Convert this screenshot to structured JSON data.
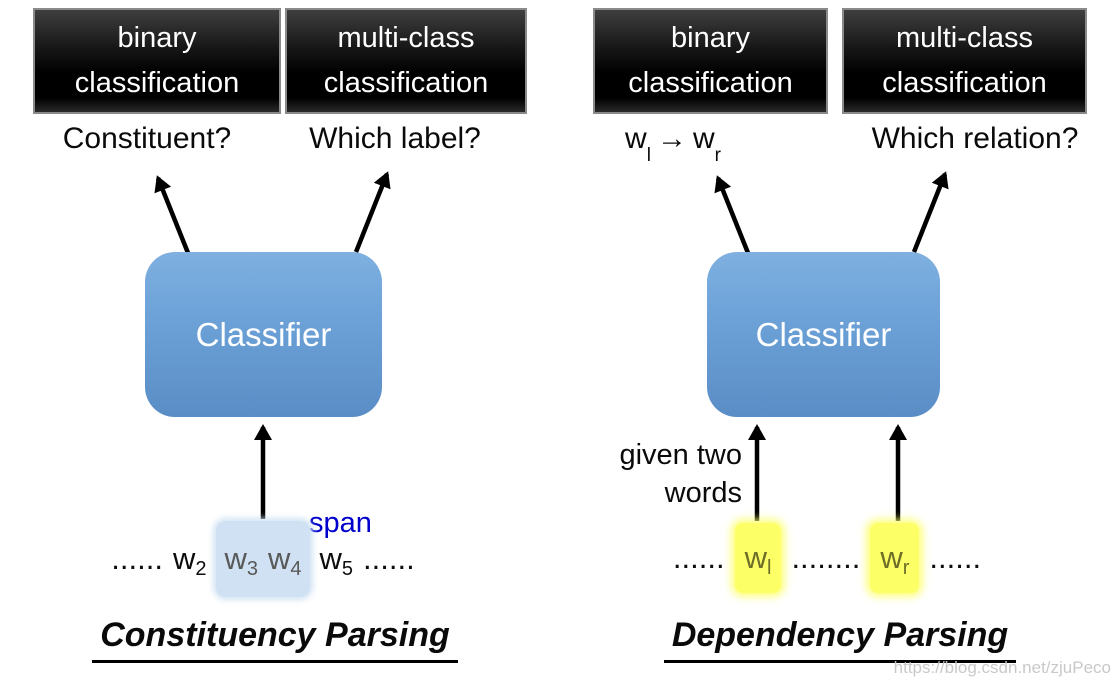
{
  "watermark": "https://blog.csdn.net/zjuPeco",
  "colors": {
    "classifier_blue_top": "#7fb0e0",
    "classifier_blue_bottom": "#5a8dc5",
    "black_box_fill": "#000000",
    "span_highlight": "#cfe1f2",
    "word_highlight_yellow": "#fdff67",
    "span_label_blue": "#0000cc",
    "arrow_black": "#000000"
  },
  "left": {
    "title": "Constituency Parsing",
    "binary_box": "binary classification",
    "multiclass_box": "multi-class classification",
    "binary_question": "Constituent?",
    "multiclass_question": "Which label?",
    "classifier": "Classifier",
    "span_label": "span",
    "sequence": {
      "dots_start": "......",
      "w2": {
        "base": "w",
        "sub": "2"
      },
      "w3": {
        "base": "w",
        "sub": "3"
      },
      "w4": {
        "base": "w",
        "sub": "4"
      },
      "w5": {
        "base": "w",
        "sub": "5"
      },
      "dots_end": "......"
    }
  },
  "right": {
    "title": "Dependency Parsing",
    "binary_box": "binary classification",
    "multiclass_box": "multi-class classification",
    "binary_question": {
      "left": {
        "base": "w",
        "sub": "l"
      },
      "arrow": "→",
      "right": {
        "base": "w",
        "sub": "r"
      }
    },
    "multiclass_question": "Which relation?",
    "classifier": "Classifier",
    "given_note": "given two words",
    "sequence": {
      "dots_start": "......",
      "wl": {
        "base": "w",
        "sub": "l"
      },
      "dots_mid": "........",
      "wr": {
        "base": "w",
        "sub": "r"
      },
      "dots_end": "......"
    }
  }
}
